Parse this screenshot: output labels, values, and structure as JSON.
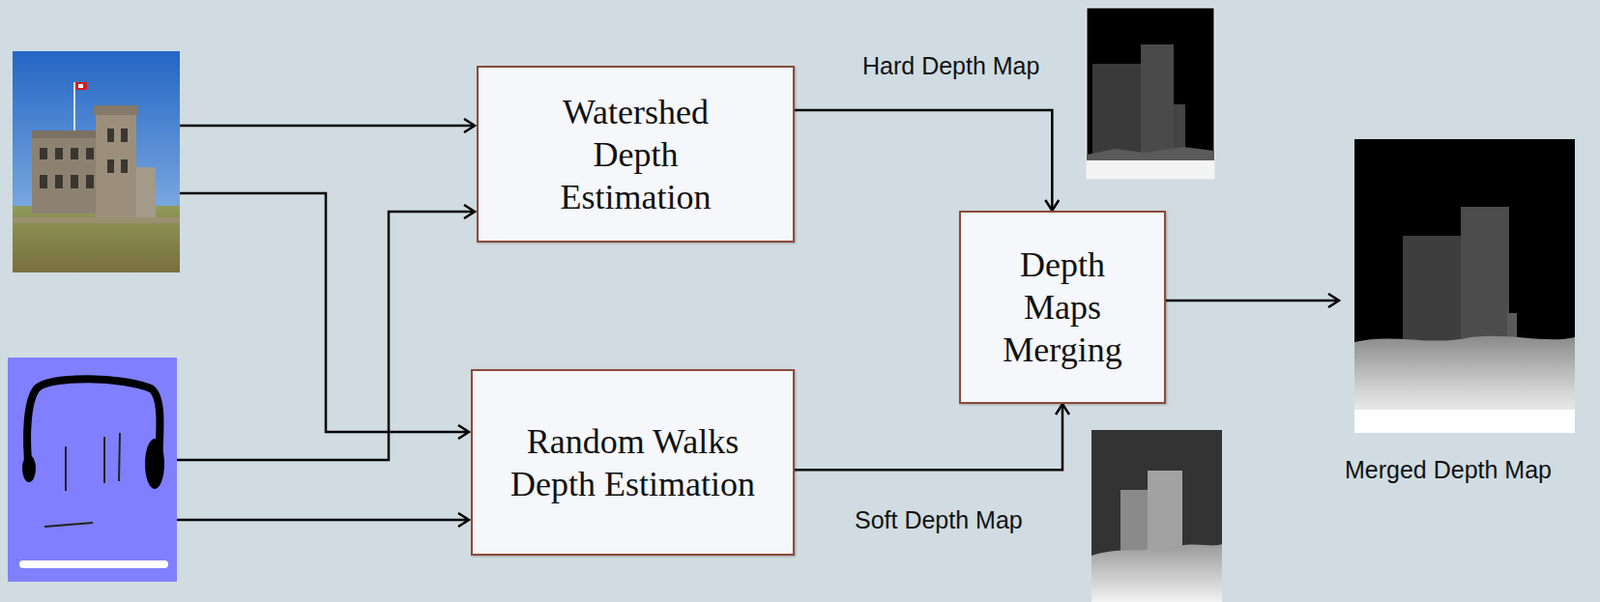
{
  "diagram": {
    "nodes": [
      {
        "text": [
          "Watershed Depth Estimation"
        ]
      },
      {
        "text": [
          "Random Walks Depth Estimation"
        ]
      },
      {
        "text": [
          "Depth Maps Merging"
        ]
      }
    ],
    "edges": [
      {
        "from": 0,
        "to": 2,
        "arrow": "to"
      },
      {
        "from": 1,
        "to": 2,
        "arrow": "to"
      }
    ],
    "labels": [
      "Hard Depth Map",
      "Soft Depth Map",
      "Merged Depth Map"
    ]
  }
}
